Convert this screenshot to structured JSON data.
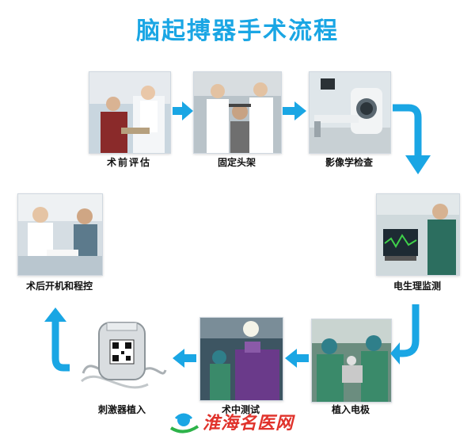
{
  "title": "脑起搏器手术流程",
  "steps": [
    {
      "id": "pre-op-eval",
      "label": "术前评估",
      "icon": "doctor-patient-consult"
    },
    {
      "id": "head-frame",
      "label": "固定头架",
      "icon": "doctors-fixing-frame"
    },
    {
      "id": "imaging",
      "label": "影像学检查",
      "icon": "ct-scanner"
    },
    {
      "id": "electrophysiology",
      "label": "电生理监测",
      "icon": "monitoring-screen"
    },
    {
      "id": "electrode-implant",
      "label": "植入电极",
      "icon": "surgeons-operating"
    },
    {
      "id": "intraop-test",
      "label": "术中测试",
      "icon": "operating-room"
    },
    {
      "id": "stimulator-implant",
      "label": "刺激器植入",
      "icon": "pulse-generator-device"
    },
    {
      "id": "post-op-programming",
      "label": "术后开机和程控",
      "icon": "doctor-consult-desk"
    }
  ],
  "watermark": {
    "text": "淮海名医网",
    "colors": {
      "text": "#e0322b",
      "logo_blue": "#1aa6e4",
      "logo_green": "#2db34a"
    }
  },
  "colors": {
    "title": "#1aa6e4",
    "arrow": "#1aa6e4"
  }
}
